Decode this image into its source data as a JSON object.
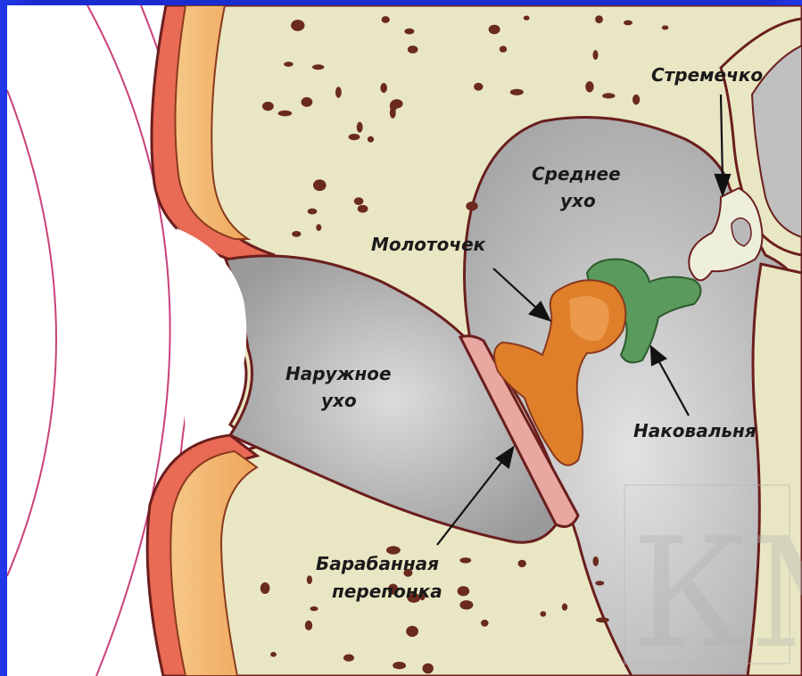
{
  "labels": {
    "stapes": "Стремечко",
    "middle_ear_line1": "Среднее",
    "middle_ear_line2": "ухо",
    "malleus": "Молоточек",
    "outer_ear_line1": "Наружное",
    "outer_ear_line2": "ухо",
    "incus": "Наковальня",
    "eardrum_line1": "Барабанная",
    "eardrum_line2": "перепонка"
  },
  "watermark": "КМ",
  "colors": {
    "frame": "#1d2fd6",
    "bone": "#e9e6c3",
    "cavity": "#c9c9c9",
    "skin": "#e96a55",
    "cartilage": "#f2b46b",
    "malleus": "#e07f2a",
    "incus": "#5a9a5c",
    "stapes": "#eeeedc",
    "membrane": "#e8a7a0",
    "outline": "#6b1e1e"
  }
}
